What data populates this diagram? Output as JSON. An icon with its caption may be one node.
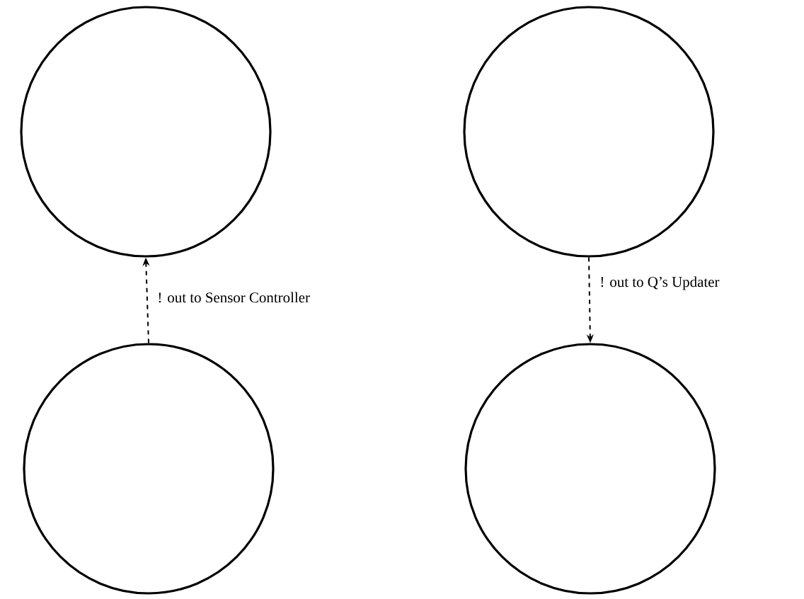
{
  "diagram": {
    "nodes": [
      {
        "text": [],
        "shape": "circle"
      },
      {
        "text": [],
        "shape": "circle"
      },
      {
        "text": [],
        "shape": "circle"
      },
      {
        "text": [],
        "shape": "circle"
      }
    ],
    "edges": [
      {
        "from": 2,
        "to": 0,
        "arrow": "to",
        "style": "dashed",
        "label": "! out to Sensor Controller"
      },
      {
        "from": 1,
        "to": 3,
        "arrow": "to",
        "style": "dashed",
        "label": "! out to Q’s Updater"
      }
    ]
  }
}
